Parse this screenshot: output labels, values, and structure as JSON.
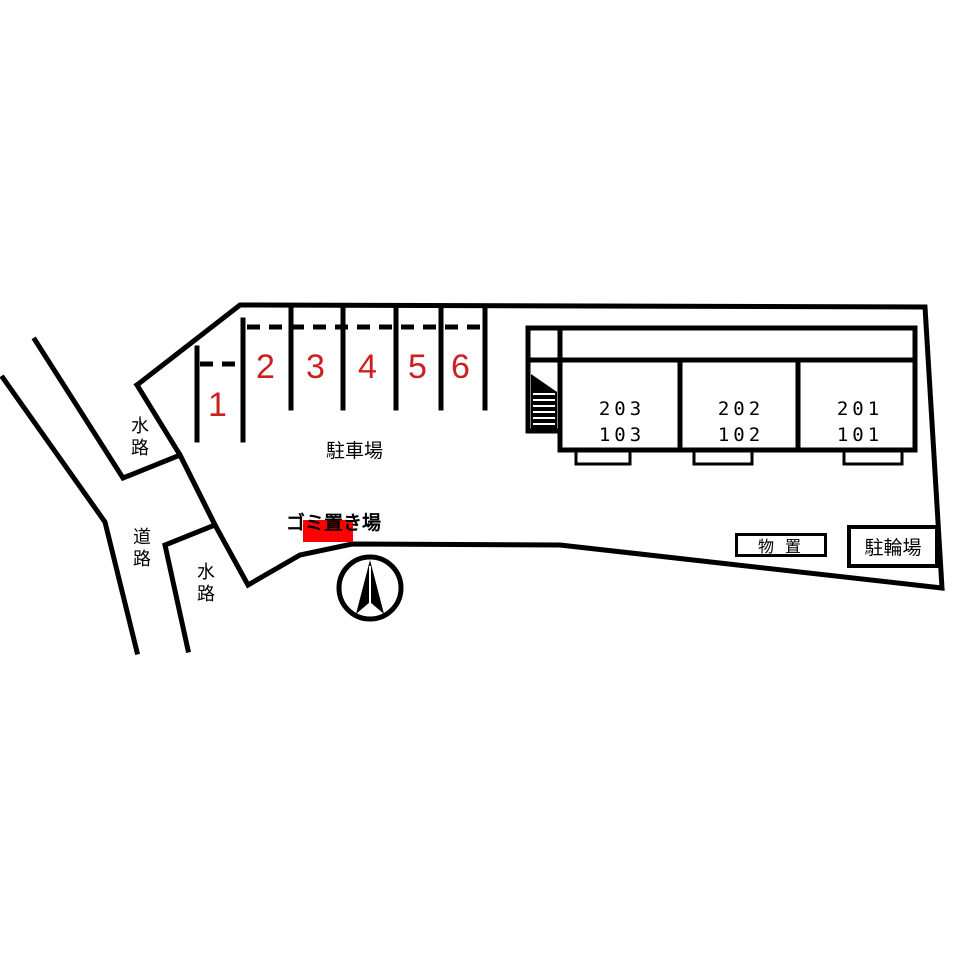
{
  "colors": {
    "line": "#000000",
    "parking_number": "#cc1f1f",
    "garbage_area": "#ff0000",
    "background": "#ffffff"
  },
  "labels": {
    "waterway_top": "水路",
    "road": "道路",
    "waterway_bottom": "水路",
    "parking_lot": "駐車場",
    "garbage_area": "ゴミ置き場",
    "storage": "物 置",
    "bicycle_parking": "駐輪場"
  },
  "parking_spaces": [
    "1",
    "2",
    "3",
    "4",
    "5",
    "6"
  ],
  "units": [
    {
      "upper": "203",
      "lower": "103"
    },
    {
      "upper": "202",
      "lower": "102"
    },
    {
      "upper": "201",
      "lower": "101"
    }
  ],
  "icons": {
    "north_arrow": "north-arrow-icon",
    "stairs": "stairs-icon"
  }
}
